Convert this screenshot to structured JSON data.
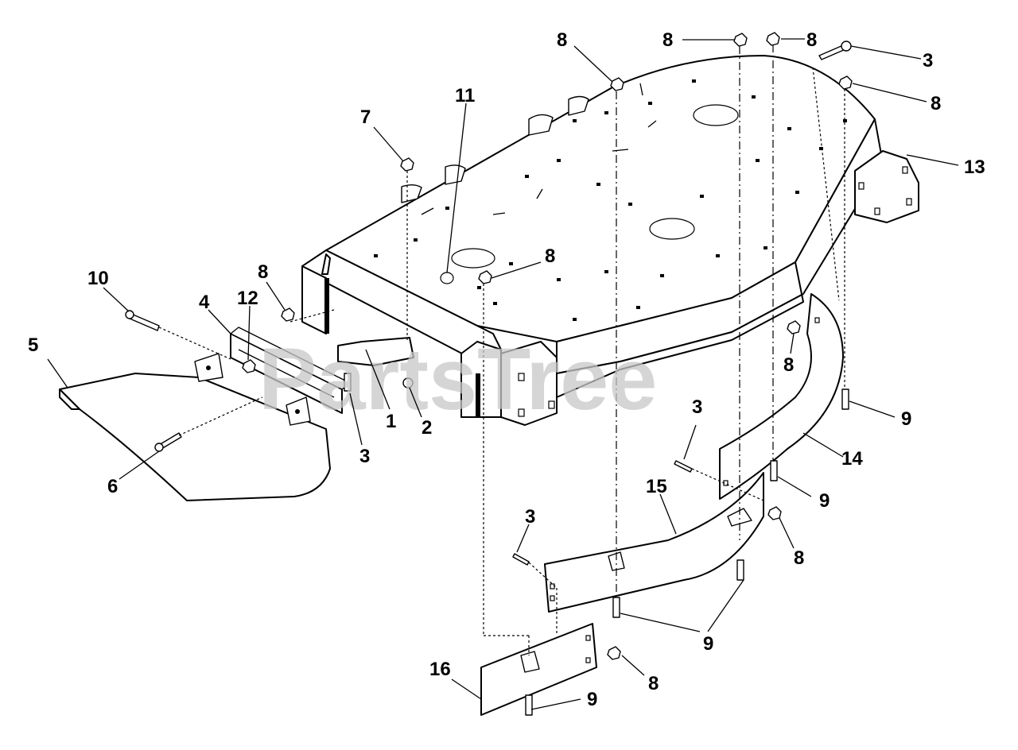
{
  "diagram": {
    "watermark": "PartsTree",
    "callouts": [
      {
        "id": "c8a",
        "label": "8"
      },
      {
        "id": "c8b",
        "label": "8"
      },
      {
        "id": "c8c",
        "label": "8"
      },
      {
        "id": "c3a",
        "label": "3"
      },
      {
        "id": "c8d",
        "label": "8"
      },
      {
        "id": "c11",
        "label": "11"
      },
      {
        "id": "c7",
        "label": "7"
      },
      {
        "id": "c13",
        "label": "13"
      },
      {
        "id": "c8e",
        "label": "8"
      },
      {
        "id": "c8f",
        "label": "8"
      },
      {
        "id": "c10",
        "label": "10"
      },
      {
        "id": "c4",
        "label": "4"
      },
      {
        "id": "c12",
        "label": "12"
      },
      {
        "id": "c5",
        "label": "5"
      },
      {
        "id": "c1",
        "label": "1"
      },
      {
        "id": "c2",
        "label": "2"
      },
      {
        "id": "c3b",
        "label": "3"
      },
      {
        "id": "c8g",
        "label": "8"
      },
      {
        "id": "c9a",
        "label": "9"
      },
      {
        "id": "c3c",
        "label": "3"
      },
      {
        "id": "c14",
        "label": "14"
      },
      {
        "id": "c6",
        "label": "6"
      },
      {
        "id": "c9b",
        "label": "9"
      },
      {
        "id": "c15",
        "label": "15"
      },
      {
        "id": "c3d",
        "label": "3"
      },
      {
        "id": "c8h",
        "label": "8"
      },
      {
        "id": "c9c",
        "label": "9"
      },
      {
        "id": "c16",
        "label": "16"
      },
      {
        "id": "c8i",
        "label": "8"
      },
      {
        "id": "c9d",
        "label": "9"
      }
    ]
  }
}
